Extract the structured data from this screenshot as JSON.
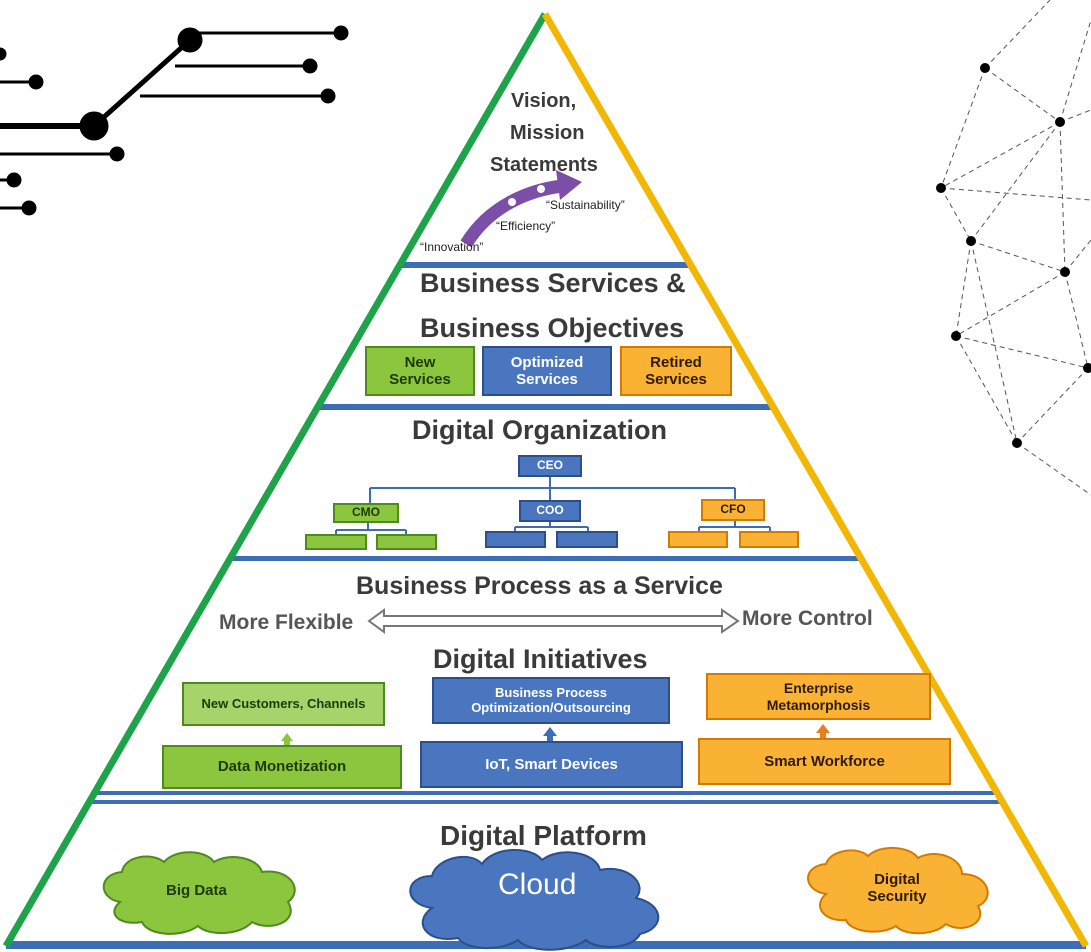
{
  "levels": {
    "vision": {
      "line1": "Vision,",
      "line2": "Mission",
      "line3": "Statements",
      "labels": [
        "“Innovation”",
        "“Efficiency”",
        "“Sustainability”"
      ]
    },
    "business_services": {
      "title_line1": "Business Services &",
      "title_line2": "Business Objectives",
      "boxes": [
        {
          "line1": "New",
          "line2": "Services"
        },
        {
          "line1": "Optimized",
          "line2": "Services"
        },
        {
          "line1": "Retired",
          "line2": "Services"
        }
      ]
    },
    "digital_organization": {
      "title": "Digital Organization",
      "ceo": "CEO",
      "cmo": "CMO",
      "coo": "COO",
      "cfo": "CFO"
    },
    "bpaas": {
      "title": "Business Process as a Service",
      "left": "More Flexible",
      "right": "More Control"
    },
    "digital_initiatives": {
      "title": "Digital Initiatives",
      "top": [
        "New Customers, Channels",
        "Business Process Optimization/Outsourcing",
        "Enterprise Metamorphosis"
      ],
      "bottom": [
        "Data Monetization",
        "IoT, Smart Devices",
        "Smart Workforce"
      ]
    },
    "digital_platform": {
      "title": "Digital Platform",
      "clouds": [
        "Big Data",
        "Cloud",
        "Digital Security"
      ]
    }
  },
  "colors": {
    "green": "#8cc63f",
    "blue": "#4a76c0",
    "orange": "#f9b233",
    "pyramid_left_edge": "#1fa34a",
    "pyramid_right_edge": "#f2b705",
    "divider": "#3d6db5",
    "arrow_purple": "#7b4fa8"
  }
}
